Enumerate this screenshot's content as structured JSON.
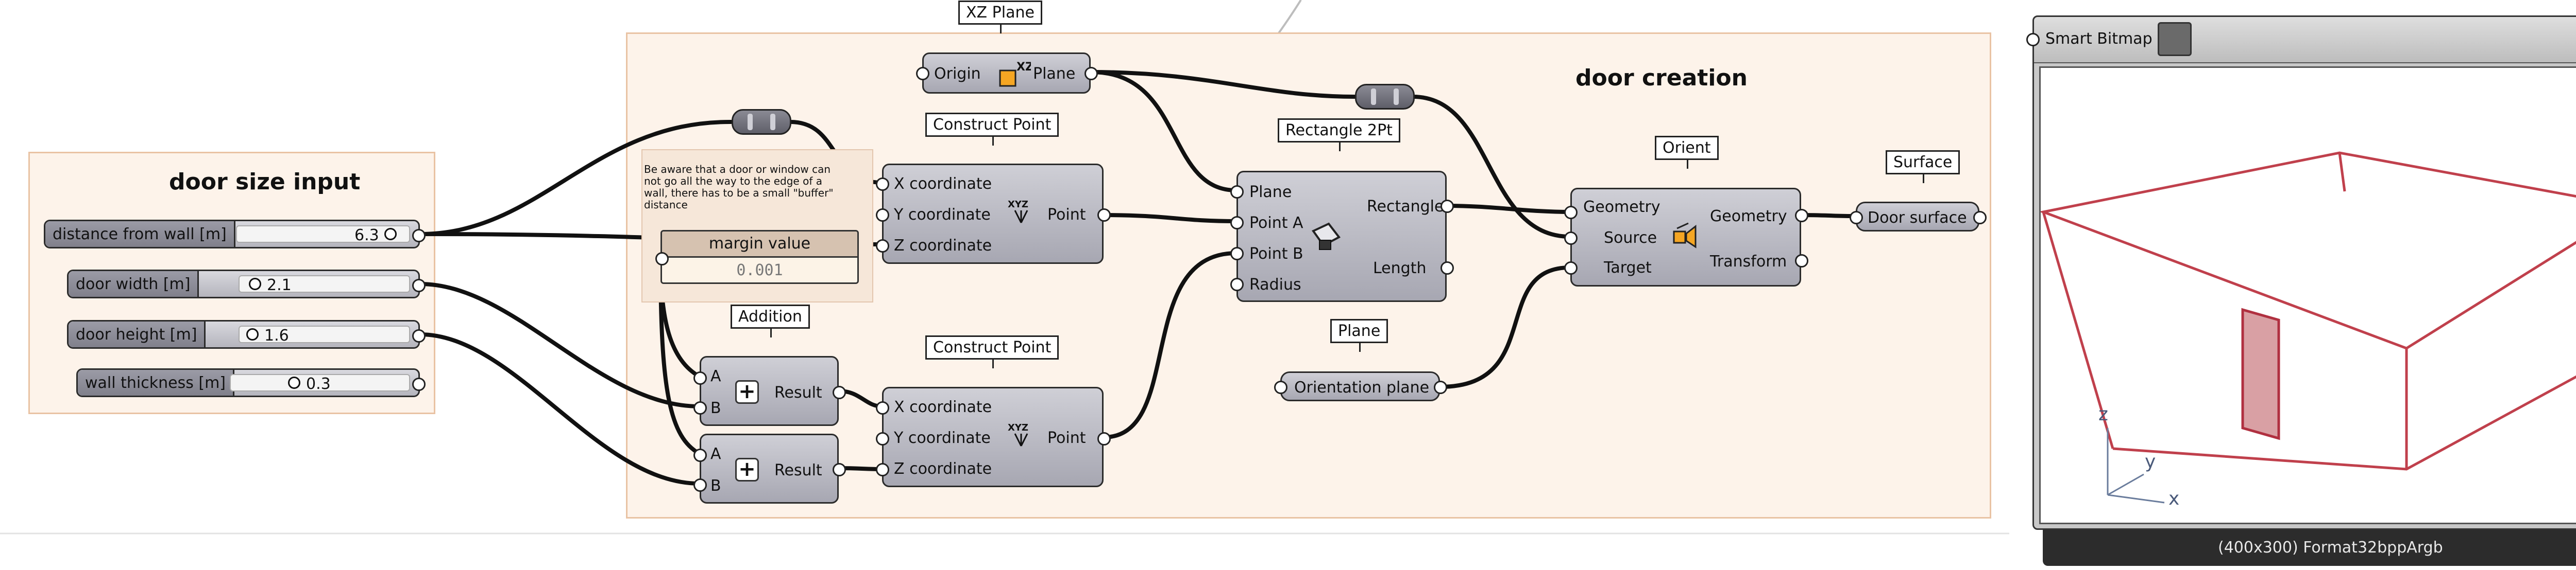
{
  "groups": {
    "door_size_input": {
      "title": "door size input"
    },
    "door_creation": {
      "title": "door creation"
    }
  },
  "sliders": [
    {
      "name": "distance from wall [m]",
      "value": "6.3"
    },
    {
      "name": "door width [m]",
      "value": "2.1"
    },
    {
      "name": "door height [m]",
      "value": "1.6"
    },
    {
      "name": "wall thickness [m]",
      "value": "0.3"
    }
  ],
  "scribble": {
    "text": "Be aware that a door or window can not go all the way to the edge of a wall, there has to be a small \"buffer\" distance"
  },
  "margin_panel": {
    "title": "margin value",
    "value": "0.001"
  },
  "components": {
    "xz_plane": {
      "label": "XZ Plane",
      "input": "Origin",
      "output": "Plane"
    },
    "construct_point_1": {
      "label": "Construct Point",
      "inputs": [
        "X coordinate",
        "Y coordinate",
        "Z coordinate"
      ],
      "output": "Point"
    },
    "construct_point_2": {
      "label": "Construct Point",
      "inputs": [
        "X coordinate",
        "Y coordinate",
        "Z coordinate"
      ],
      "output": "Point"
    },
    "addition": {
      "label": "Addition",
      "inputs": [
        "A",
        "B"
      ],
      "output": "Result"
    },
    "addition_2": {
      "inputs": [
        "A",
        "B"
      ],
      "output": "Result"
    },
    "rectangle": {
      "label": "Rectangle 2Pt",
      "inputs": [
        "Plane",
        "Point A",
        "Point B",
        "Radius"
      ],
      "outputs": [
        "Rectangle",
        "Length"
      ]
    },
    "plane_param": {
      "label": "Plane",
      "text": "Orientation plane"
    },
    "orient": {
      "label": "Orient",
      "inputs": [
        "Geometry",
        "Source",
        "Target"
      ],
      "outputs": [
        "Geometry",
        "Transform"
      ]
    },
    "surface_param": {
      "label": "Surface",
      "text": "Door surface"
    }
  },
  "smart_bitmap": {
    "title": "Smart Bitmap",
    "status": "(400x300) Format32bppArgb",
    "axes": {
      "z": "z",
      "y": "y",
      "x": "x"
    }
  },
  "colors": {
    "group_fill": "#fdf3ea",
    "group_border": "#e9c3a4",
    "wire": "#111111",
    "box_lines": "#c0404c",
    "door_fill": "#d9a0a4"
  }
}
